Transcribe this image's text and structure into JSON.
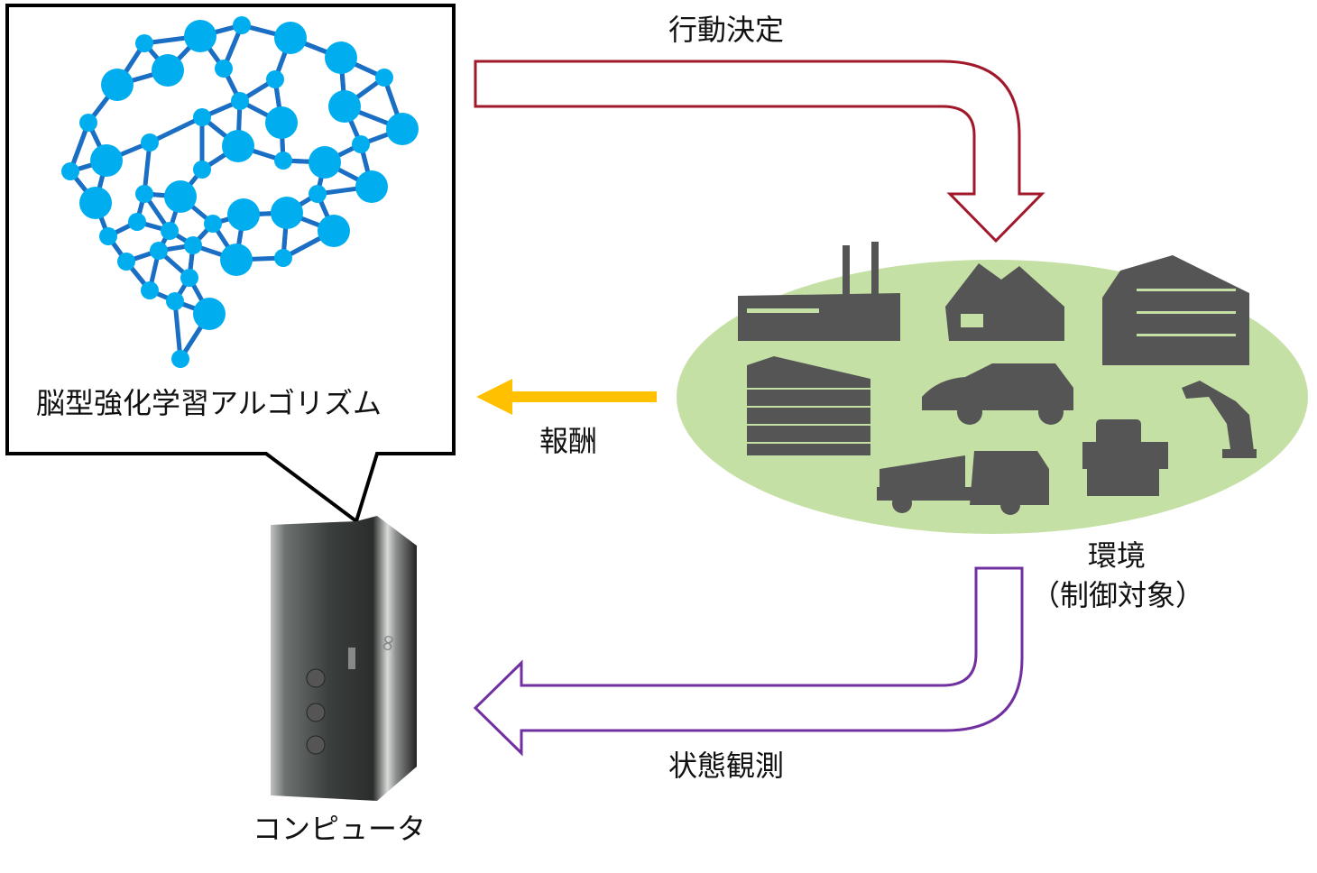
{
  "labels": {
    "action": "行動決定",
    "reward": "報酬",
    "observation": "状態観測",
    "environment_line1": "環境",
    "environment_line2": "（制御対象）",
    "algorithm": "脳型強化学習アルゴリズム",
    "computer": "コンピュータ"
  },
  "colors": {
    "action_arrow": "#a0182a",
    "reward_arrow": "#ffc000",
    "observation_arrow": "#7030a0",
    "environment_fill": "#c5e0a5",
    "brain_nodes": "#00aeef",
    "brain_edges": "#1a6fc4",
    "silhouettes": "#555555"
  },
  "icons": {
    "brain": "neural-network-brain-icon",
    "computer": "server-tower-icon",
    "environment": [
      "factory-icon",
      "house-icon",
      "apartment-building-icon",
      "office-building-icon",
      "car-icon",
      "truck-icon",
      "robot-icon",
      "robot-arm-icon"
    ]
  }
}
